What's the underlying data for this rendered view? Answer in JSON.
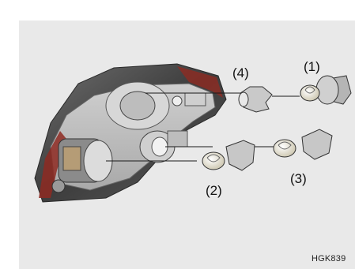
{
  "figure": {
    "reference_code": "HGK839",
    "callouts": [
      {
        "id": "1",
        "text": "(1)"
      },
      {
        "id": "2",
        "text": "(2)"
      },
      {
        "id": "3",
        "text": "(3)"
      },
      {
        "id": "4",
        "text": "(4)"
      }
    ]
  },
  "colors": {
    "background": "#e9e9e9",
    "housing_red": "#8e2a22",
    "housing_grey": "#b9b9b9",
    "bulb_glass": "#efe7c8",
    "lines": "#1a1a1a"
  }
}
